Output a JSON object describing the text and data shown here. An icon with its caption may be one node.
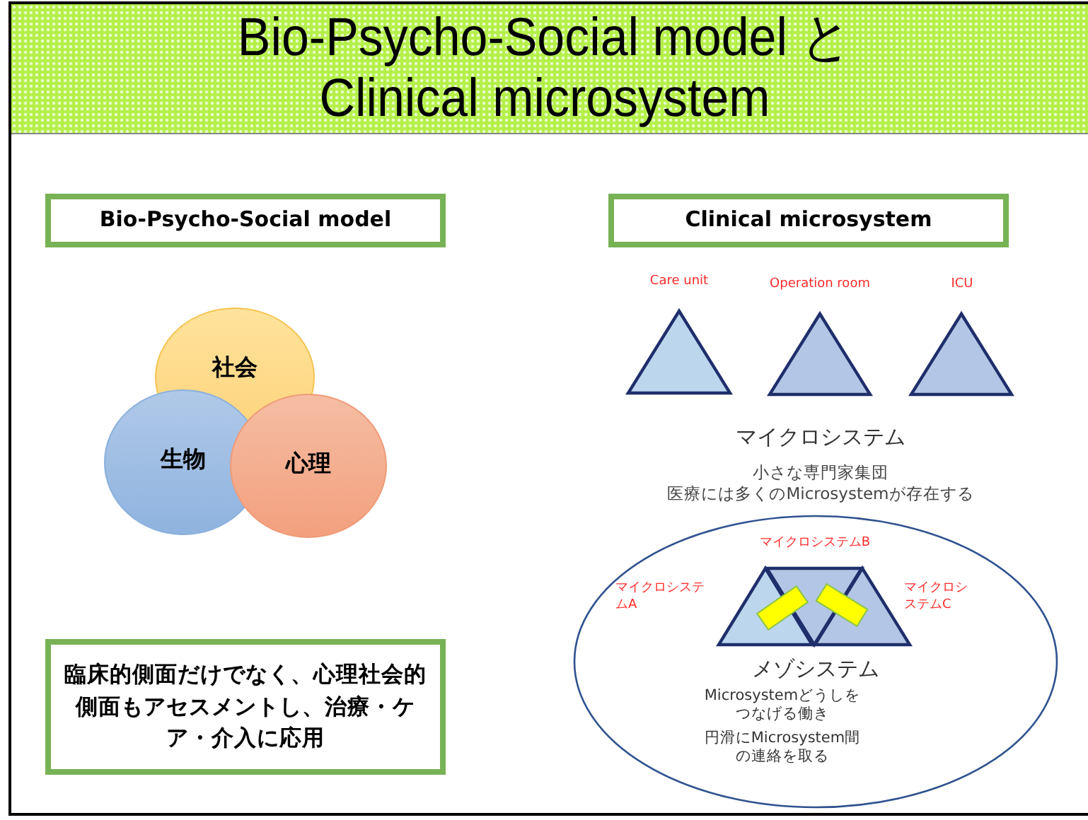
{
  "diagram": {
    "title": "Bio-Psycho-Social model と Clinical microsystem",
    "nodes": [
      {
        "text": [
          "Bio-Psycho-Social model"
        ]
      },
      {
        "text": [
          "Clinical microsystem"
        ]
      },
      {
        "text": [
          "社会"
        ]
      },
      {
        "text": [
          "生物"
        ]
      },
      {
        "text": [
          "心理"
        ]
      },
      {
        "text": [],
        "shape": "triangle",
        "beside": [
          "Care unit"
        ]
      },
      {
        "text": [],
        "shape": "triangle",
        "beside": [
          "Operation room"
        ]
      },
      {
        "text": [],
        "shape": "triangle",
        "beside": [
          "ICU"
        ]
      },
      {
        "text": [
          "臨床的側面だけでなく、心理社会的側面もアセスメントし、治療・ケア・介入に応用"
        ]
      },
      {
        "text": [
          "メゾシステム",
          "Microsystemどうしをつなげる働き",
          "円滑にMicrosystem間の連絡を取る"
        ]
      },
      {
        "text": [],
        "shape": "triangle",
        "in": 9,
        "beside": [
          "マイクロシステムA"
        ]
      },
      {
        "text": [],
        "shape": "triangle",
        "in": 9,
        "beside": [
          "マイクロシステムB"
        ]
      },
      {
        "text": [],
        "shape": "triangle",
        "in": 9,
        "beside": [
          "マイクロシステムC"
        ]
      }
    ],
    "labels": [
      "マイクロシステム",
      "小さな専門家集団",
      "医療には多くのMicrosystemが存在する"
    ]
  }
}
